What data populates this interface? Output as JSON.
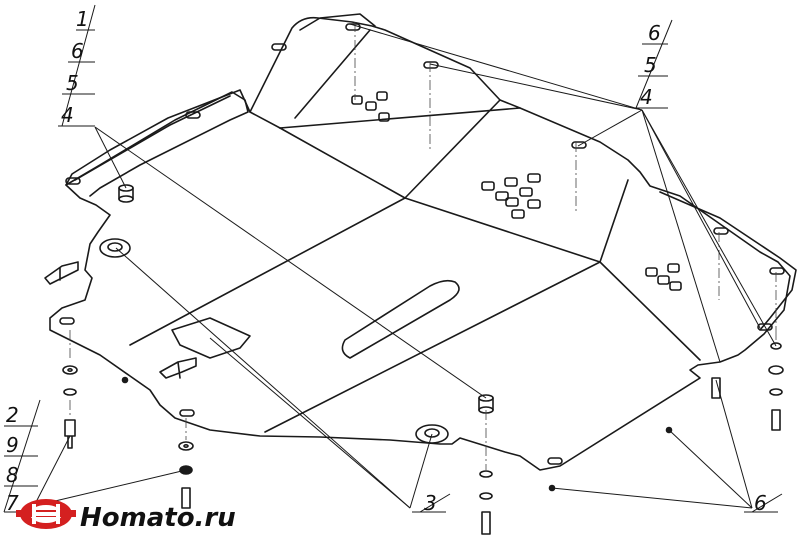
{
  "callouts": {
    "left_stack": [
      "1",
      "6",
      "5",
      "4"
    ],
    "right_stack": [
      "6",
      "5",
      "4"
    ],
    "bottom_left_stack": [
      "2",
      "9",
      "8",
      "7"
    ],
    "bottom_center": "3",
    "bottom_right": "6"
  },
  "logo": {
    "text": "Homato.ru",
    "mark_color": "#d42020"
  },
  "colors": {
    "line": "#1a1a1a",
    "background": "#ffffff"
  }
}
